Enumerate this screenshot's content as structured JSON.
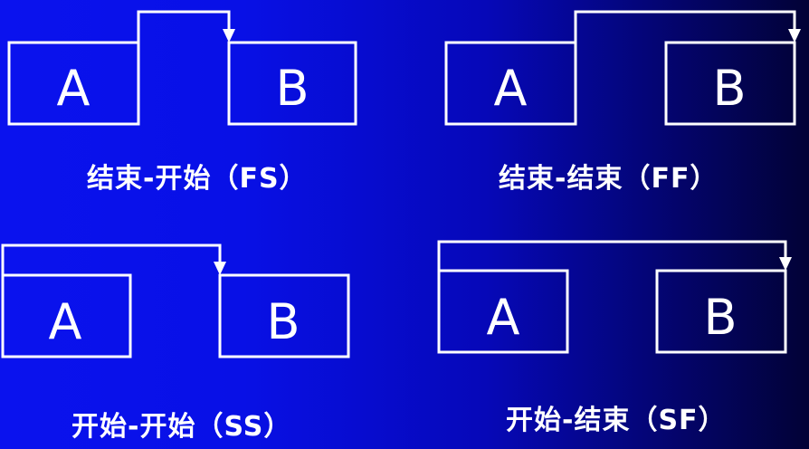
{
  "panels": [
    {
      "id": "fs",
      "box_a": "A",
      "box_b": "B",
      "caption": "结束-开始（FS）"
    },
    {
      "id": "ff",
      "box_a": "A",
      "box_b": "B",
      "caption": "结束-结束（FF）"
    },
    {
      "id": "ss",
      "box_a": "A",
      "box_b": "B",
      "caption": "开始-开始（SS）"
    },
    {
      "id": "sf",
      "box_a": "A",
      "box_b": "B",
      "caption": "开始-结束（SF）"
    }
  ],
  "colors": {
    "background_left": "#0a12ee",
    "background_right": "#020236",
    "line": "#ffffff",
    "text": "#ffffff"
  }
}
